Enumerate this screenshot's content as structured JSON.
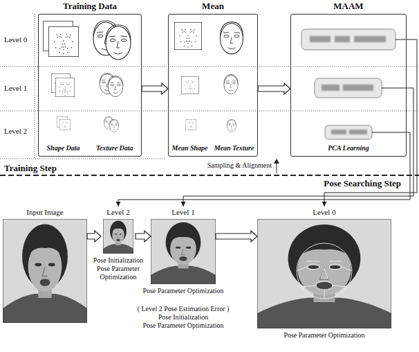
{
  "diagram": {
    "nodes": [
      {
        "text": [
          "Training Data",
          "Shape Data",
          "Texture Data"
        ]
      },
      {
        "text": [
          "Mean",
          "Mean Shape",
          "Mean Texture"
        ]
      },
      {
        "text": [
          "MAAM",
          "PCA Learning"
        ]
      },
      {
        "text": [
          "Input Image"
        ]
      },
      {
        "text": [
          "Level 2",
          "Pose Initialization",
          "Pose Parameter Optimization"
        ]
      },
      {
        "text": [
          "Level 1",
          "Pose Parameter Optimization",
          "( Level 2 Pose Estimation Error )",
          "Pose Initialization",
          "Pose Parameter Optimization"
        ]
      },
      {
        "text": [
          "Level 0",
          "Pose Parameter Optimization"
        ]
      }
    ],
    "edges": [
      {
        "from": 0,
        "to": 1,
        "arrow": "to"
      },
      {
        "from": 1,
        "to": 2,
        "arrow": "to"
      },
      {
        "from": 3,
        "to": 4,
        "arrow": "to"
      },
      {
        "from": 4,
        "to": 5,
        "arrow": "to"
      },
      {
        "from": 5,
        "to": 6,
        "arrow": "to"
      },
      {
        "from": 2,
        "to": 4,
        "arrow": "to"
      },
      {
        "from": 2,
        "to": 5,
        "arrow": "to"
      },
      {
        "from": 2,
        "to": 6,
        "arrow": "to"
      }
    ],
    "labels": [
      "Level 0",
      "Level 1",
      "Level 2",
      "Training Step",
      "Sampling & Alignment",
      "Pose Searching Step"
    ]
  }
}
